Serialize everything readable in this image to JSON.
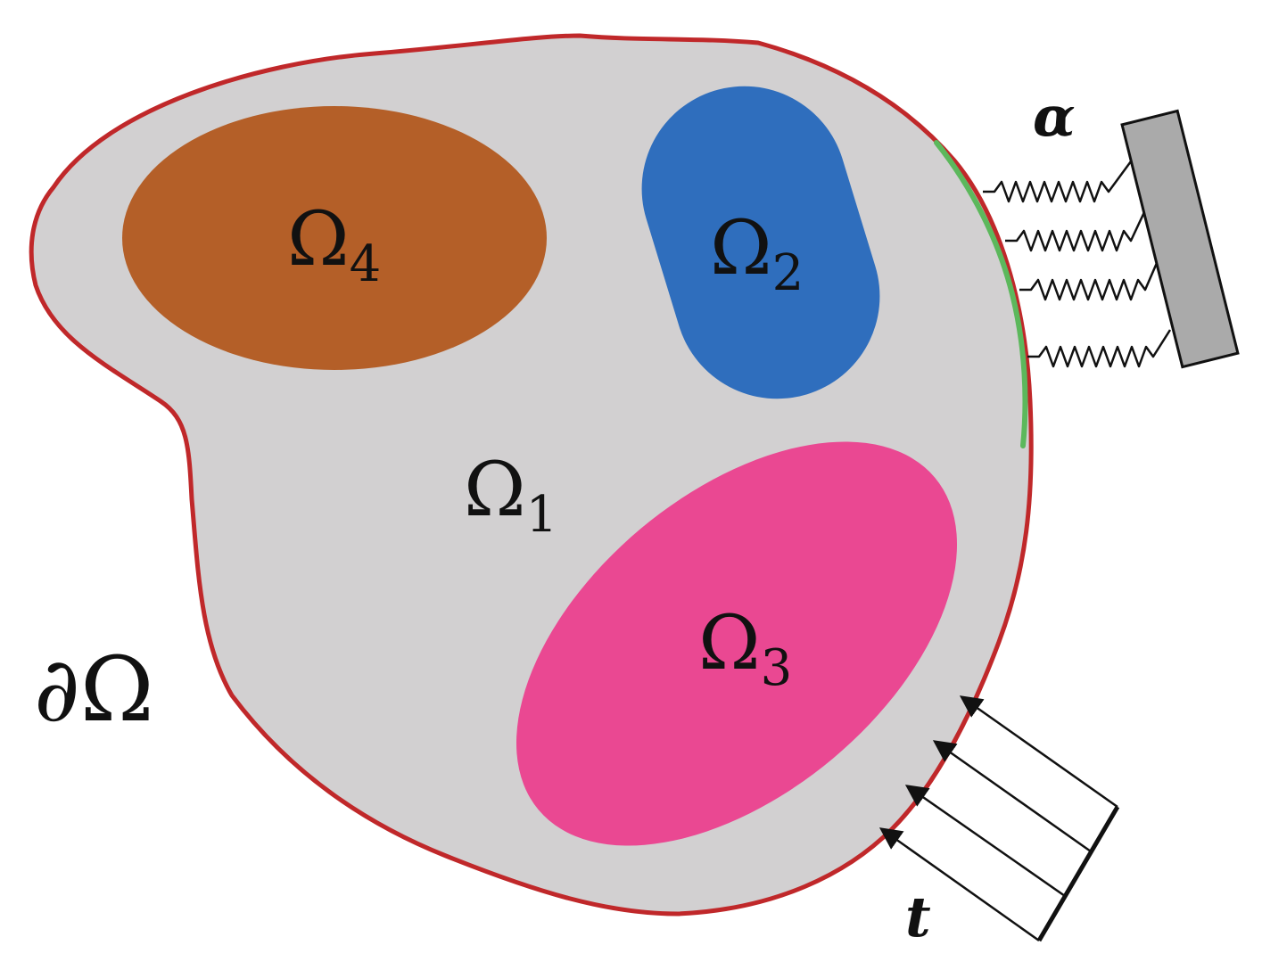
{
  "labels": {
    "omega_1": {
      "base": "Ω",
      "sub": "1"
    },
    "omega_2": {
      "base": "Ω",
      "sub": "2"
    },
    "omega_3": {
      "base": "Ω",
      "sub": "3"
    },
    "omega_4": {
      "base": "Ω",
      "sub": "4"
    },
    "boundary": "∂Ω",
    "spring_stiffness": "α",
    "traction": "t"
  },
  "colors": {
    "domain_fill": "#d2d0d1",
    "boundary_line": "#c0282a",
    "robin_boundary": "#5cb85c",
    "omega_2": "#2f6ebd",
    "omega_3": "#ea4892",
    "omega_4": "#b45f28",
    "support_block": "#aaaaaa"
  }
}
